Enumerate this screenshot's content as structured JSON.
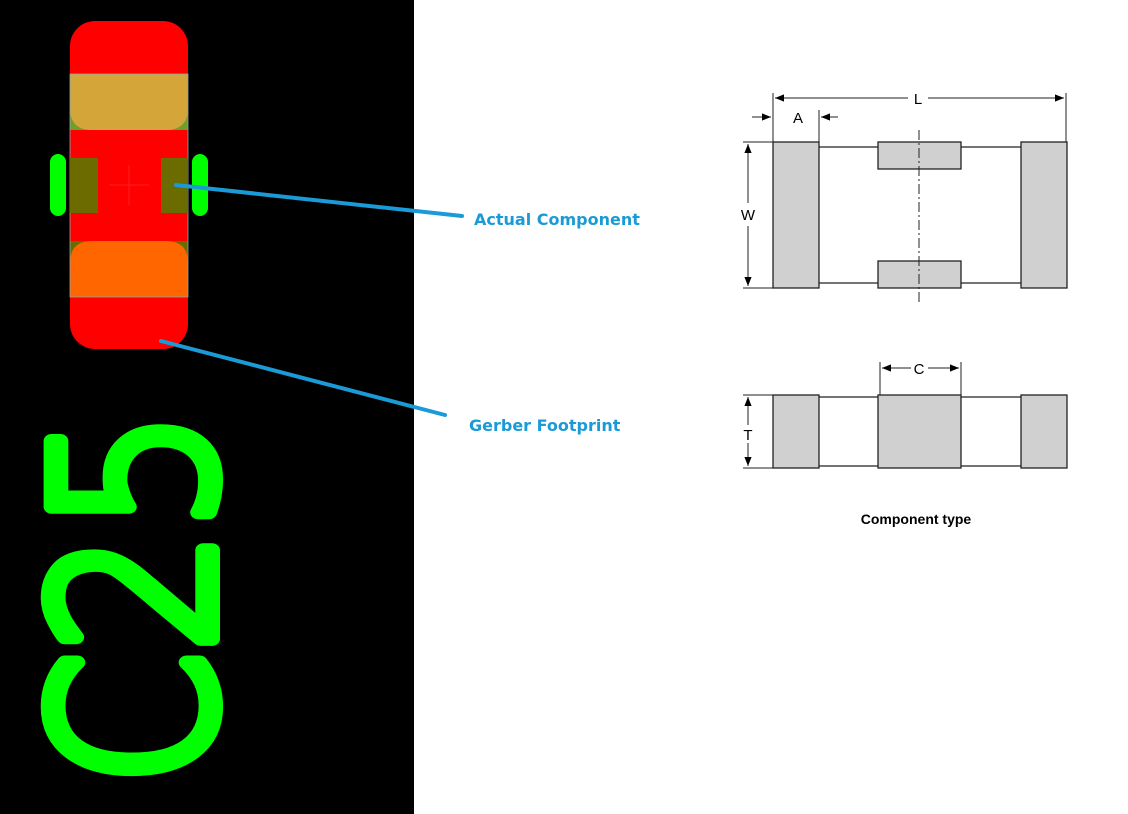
{
  "footprint": {
    "designator": "C25",
    "colors": {
      "background": "#000000",
      "pad": "#ff0000",
      "top_layer": "#d4a63a",
      "bottom_layer": "#ff6600",
      "silk": "#00ff00",
      "leader": "#1a9ad6"
    }
  },
  "labels": {
    "actual_component": "Actual Component",
    "gerber_footprint": "Gerber Footprint"
  },
  "drawing": {
    "dim_L": "L",
    "dim_A": "A",
    "dim_W": "W",
    "dim_C": "C",
    "dim_T": "T",
    "caption": "Component type"
  }
}
